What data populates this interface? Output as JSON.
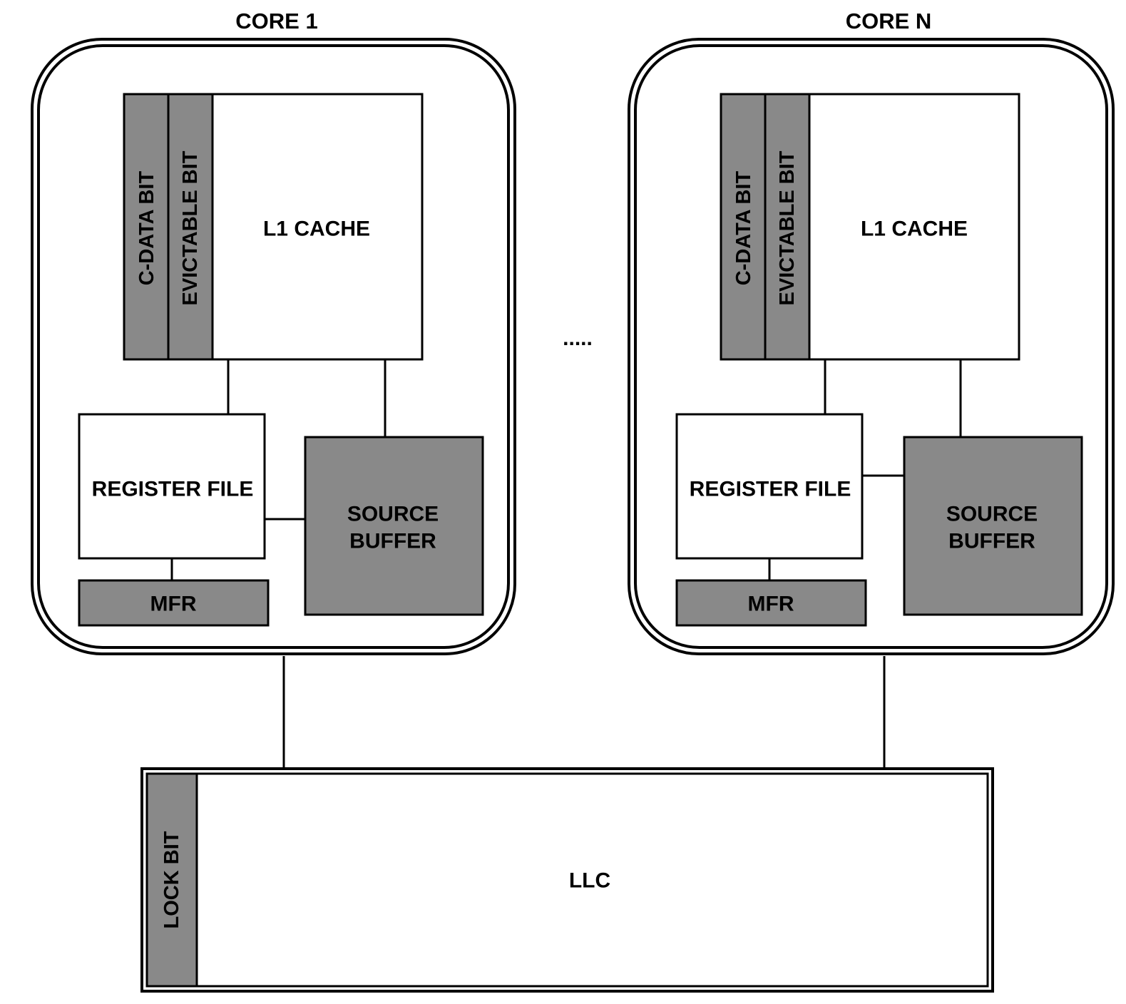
{
  "cores": [
    {
      "title": "CORE 1",
      "l1_cache": "L1 CACHE",
      "cdata_bit": "C-DATA BIT",
      "evictable_bit": "EVICTABLE BIT",
      "register_file": "REGISTER FILE",
      "source_buffer": [
        "SOURCE",
        "BUFFER"
      ],
      "mfr": "MFR"
    },
    {
      "title": "CORE N",
      "l1_cache": "L1 CACHE",
      "cdata_bit": "C-DATA BIT",
      "evictable_bit": "EVICTABLE BIT",
      "register_file": "REGISTER FILE",
      "source_buffer": [
        "SOURCE",
        "BUFFER"
      ],
      "mfr": "MFR"
    }
  ],
  "ellipsis": ".....",
  "llc": {
    "label": "LLC",
    "lock_bit": "LOCK BIT"
  },
  "colors": {
    "shaded_block": "#898989",
    "stroke": "#000000",
    "background": "#ffffff"
  }
}
